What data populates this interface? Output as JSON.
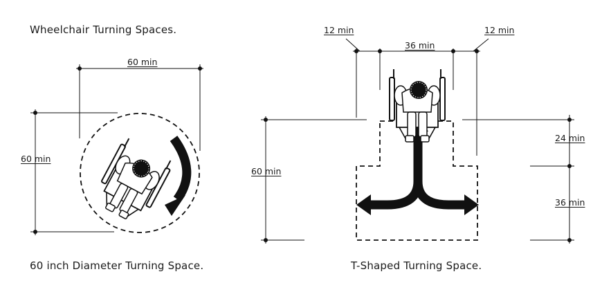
{
  "heading": "Wheelchair Turning Spaces.",
  "circle_space": {
    "caption": "60 inch Diameter Turning Space.",
    "dim_width": "60 min",
    "dim_height": "60 min"
  },
  "t_space": {
    "caption": "T-Shaped Turning Space.",
    "dim_left_clear": "12 min",
    "dim_top_width": "36 min",
    "dim_right_clear": "12 min",
    "dim_height": "60 min",
    "dim_upper_depth": "24 min",
    "dim_lower_depth": "36 min"
  }
}
